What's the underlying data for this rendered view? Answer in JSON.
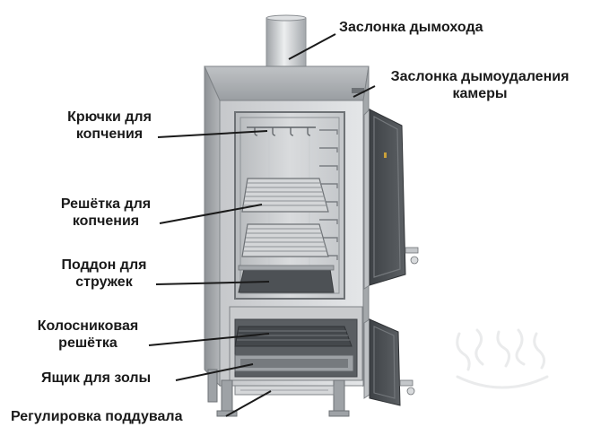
{
  "labels": {
    "chimney_damper": "Заслонка дымохода",
    "chamber_exhaust_damper": {
      "line1": "Заслонка дымоудаления",
      "line2": "камеры"
    },
    "smoking_hooks": {
      "line1": "Крючки для",
      "line2": "копчения"
    },
    "smoking_grate": {
      "line1": "Решётка для",
      "line2": "копчения"
    },
    "chip_tray": {
      "line1": "Поддон для",
      "line2": "стружек"
    },
    "fire_grate": {
      "line1": "Колосниковая",
      "line2": "решётка"
    },
    "ash_box": "Ящик для золы",
    "air_intake_control": "Регулировка поддувала"
  },
  "colors": {
    "steel_light": "#c9cbcd",
    "steel_mid": "#a9acaf",
    "steel_dark": "#6e7276",
    "door_panel": "#4a4e52",
    "leader_line": "#1a1a1a",
    "text": "#1a1a1a"
  }
}
